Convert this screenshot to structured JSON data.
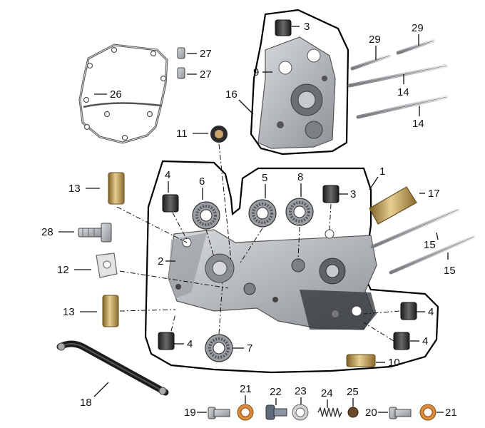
{
  "diagram": {
    "callouts": [
      {
        "id": "c3a",
        "text": "3"
      },
      {
        "id": "c27a",
        "text": "27"
      },
      {
        "id": "c27b",
        "text": "27"
      },
      {
        "id": "c29a",
        "text": "29"
      },
      {
        "id": "c29b",
        "text": "29"
      },
      {
        "id": "c9",
        "text": "9"
      },
      {
        "id": "c26",
        "text": "26"
      },
      {
        "id": "c16",
        "text": "16"
      },
      {
        "id": "c14a",
        "text": "14"
      },
      {
        "id": "c14b",
        "text": "14"
      },
      {
        "id": "c11",
        "text": "11"
      },
      {
        "id": "c1",
        "text": "1"
      },
      {
        "id": "c4a",
        "text": "4"
      },
      {
        "id": "c6",
        "text": "6"
      },
      {
        "id": "c5",
        "text": "5"
      },
      {
        "id": "c8",
        "text": "8"
      },
      {
        "id": "c13a",
        "text": "13"
      },
      {
        "id": "c3b",
        "text": "3"
      },
      {
        "id": "c17",
        "text": "17"
      },
      {
        "id": "c28",
        "text": "28"
      },
      {
        "id": "c15a",
        "text": "15"
      },
      {
        "id": "c2",
        "text": "2"
      },
      {
        "id": "c12",
        "text": "12"
      },
      {
        "id": "c15b",
        "text": "15"
      },
      {
        "id": "c13b",
        "text": "13"
      },
      {
        "id": "c4b",
        "text": "4"
      },
      {
        "id": "c4c",
        "text": "4"
      },
      {
        "id": "c4d",
        "text": "4"
      },
      {
        "id": "c7",
        "text": "7"
      },
      {
        "id": "c10",
        "text": "10"
      },
      {
        "id": "c18",
        "text": "18"
      },
      {
        "id": "c21a",
        "text": "21"
      },
      {
        "id": "c22",
        "text": "22"
      },
      {
        "id": "c23",
        "text": "23"
      },
      {
        "id": "c24",
        "text": "24"
      },
      {
        "id": "c25",
        "text": "25"
      },
      {
        "id": "c19",
        "text": "19"
      },
      {
        "id": "c20",
        "text": "20"
      },
      {
        "id": "c21b",
        "text": "21"
      }
    ],
    "colors": {
      "casing": "#b9bcbf",
      "casing_dark": "#7d8186",
      "bearing": "#9a9ea3",
      "brass": "#c6a15a",
      "copper": "#d98a3a",
      "rubber": "#222222",
      "rod": "#aaaeb3",
      "ink": "#111111"
    }
  }
}
